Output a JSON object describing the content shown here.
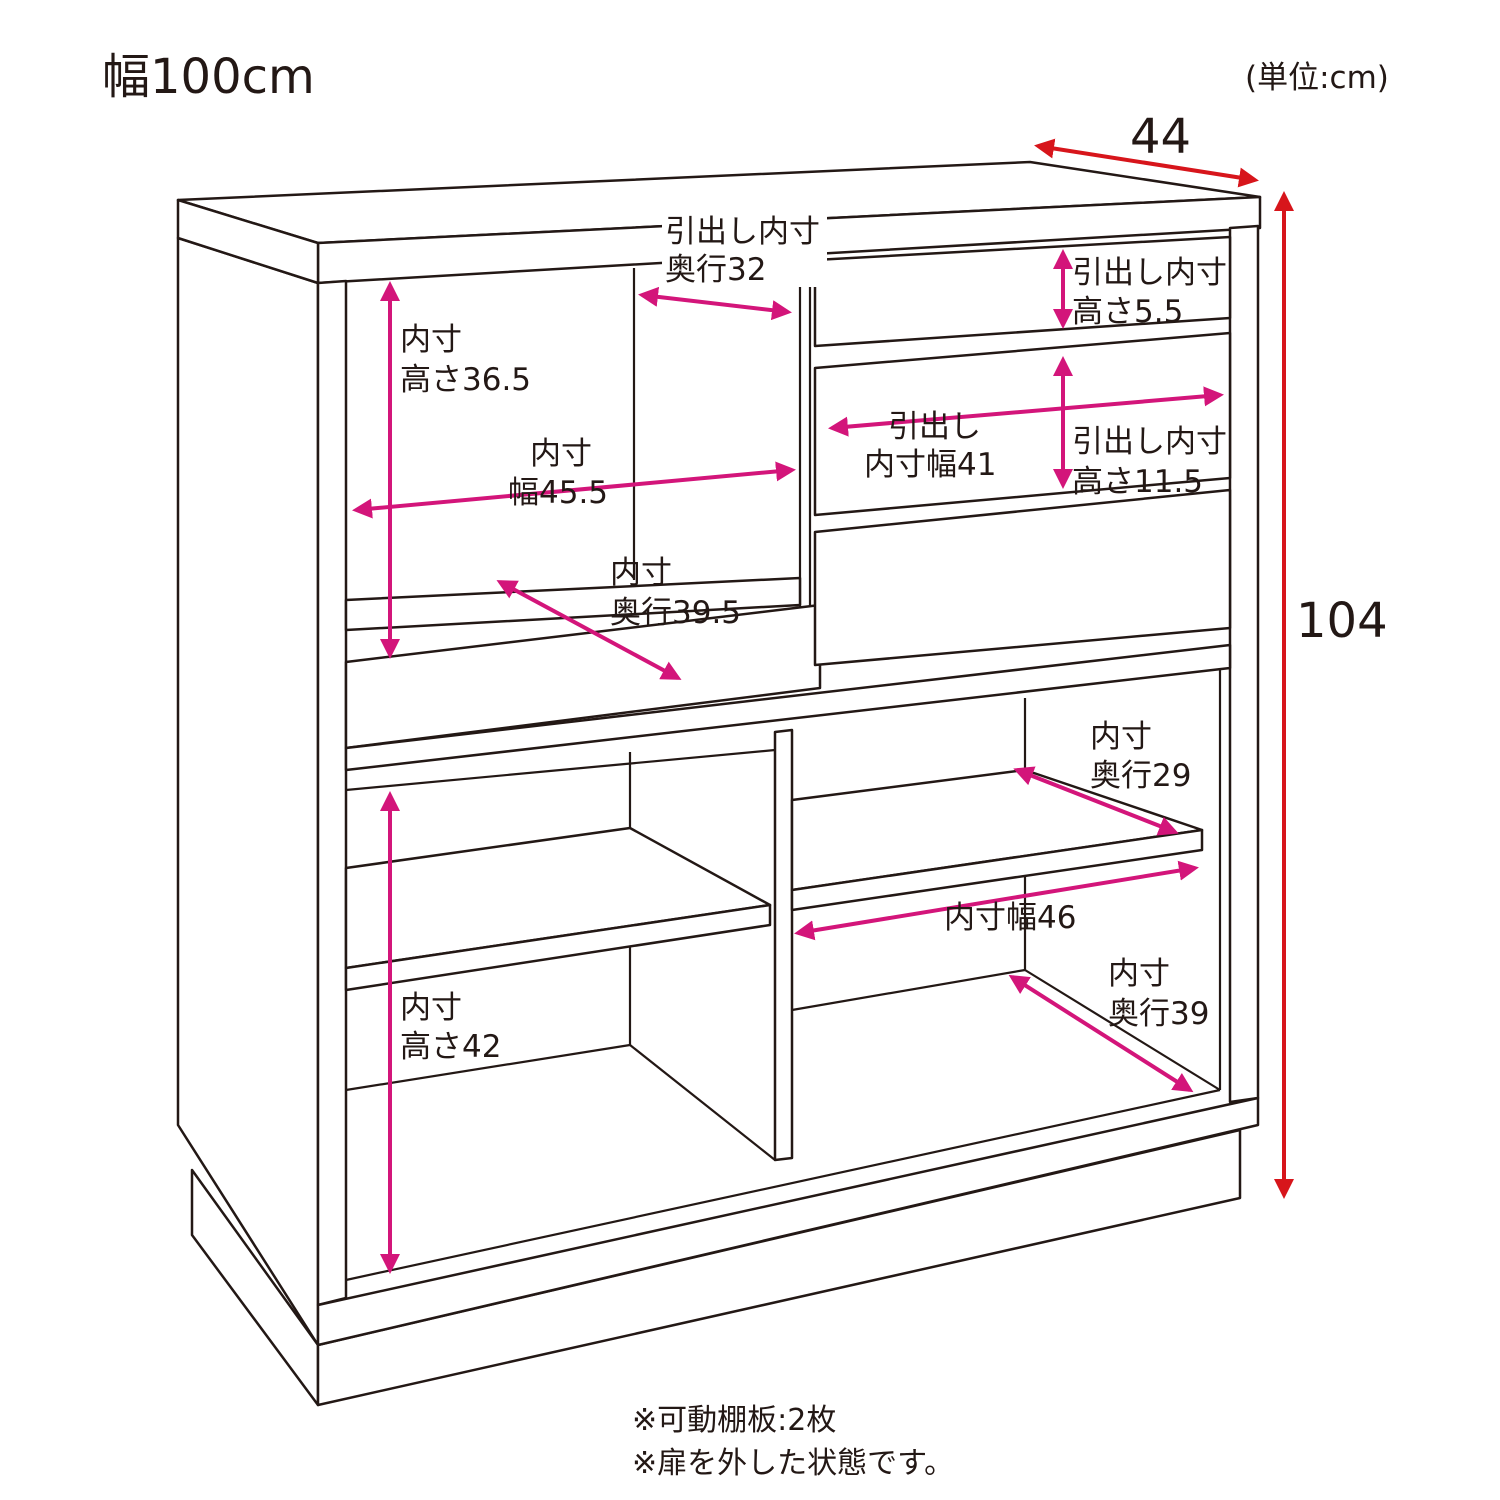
{
  "title": "幅100cm",
  "unit_note": "(単位:cm)",
  "overall": {
    "depth": "44",
    "height": "104"
  },
  "labels": {
    "drawer_depth": [
      "引出し内寸",
      "奥行32"
    ],
    "drawer_top_height": [
      "引出し内寸",
      "高さ5.5"
    ],
    "upper_height": [
      "内寸",
      "高さ36.5"
    ],
    "drawer_width": [
      "引出し",
      "内寸幅41"
    ],
    "drawer_mid_height": [
      "引出し内寸",
      "高さ11.5"
    ],
    "upper_width": [
      "内寸",
      "幅45.5"
    ],
    "upper_depth": [
      "内寸",
      "奥行39.5"
    ],
    "lower_right_shelf_depth": [
      "内寸",
      "奥行29"
    ],
    "lower_right_width": [
      "内寸幅46"
    ],
    "lower_right_depth": [
      "内寸",
      "奥行39"
    ],
    "lower_height": [
      "内寸",
      "高さ42"
    ]
  },
  "notes": [
    "※可動棚板:2枚",
    "※扉を外した状態です。"
  ],
  "colors": {
    "dimension": "#d3157a",
    "overall": "#d7151b",
    "line": "#231815"
  }
}
